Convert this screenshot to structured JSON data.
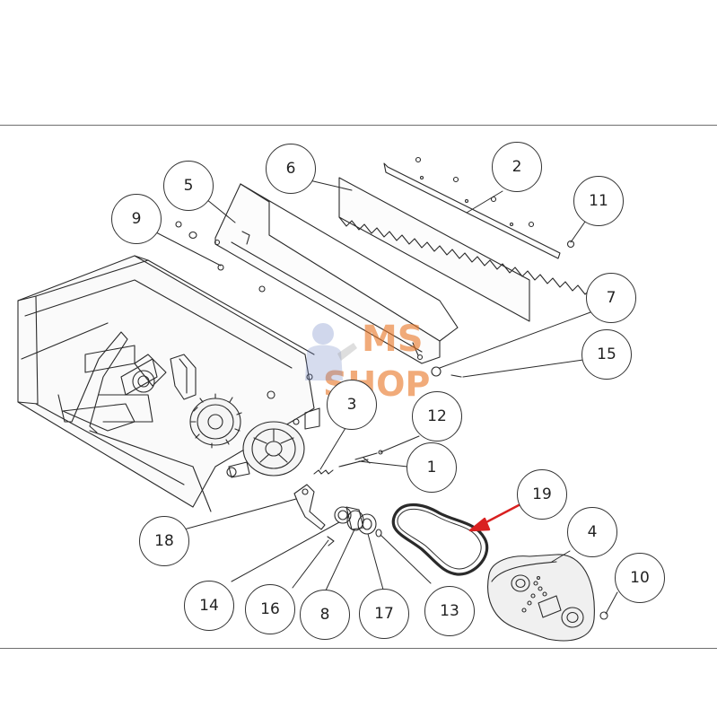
{
  "callouts": {
    "c1": "1",
    "c2": "2",
    "c3": "3",
    "c4": "4",
    "c5": "5",
    "c6": "6",
    "c7": "7",
    "c8": "8",
    "c9": "9",
    "c10": "10",
    "c11": "11",
    "c12": "12",
    "c13": "13",
    "c14": "14",
    "c15": "15",
    "c16": "16",
    "c17": "17",
    "c18": "18",
    "c19": "19"
  },
  "watermark": {
    "line1": "MS",
    "line2": "SHOP"
  },
  "colors": {
    "line": "#2a2a2a",
    "arrow": "#d92020",
    "watermark": "#e87828"
  }
}
